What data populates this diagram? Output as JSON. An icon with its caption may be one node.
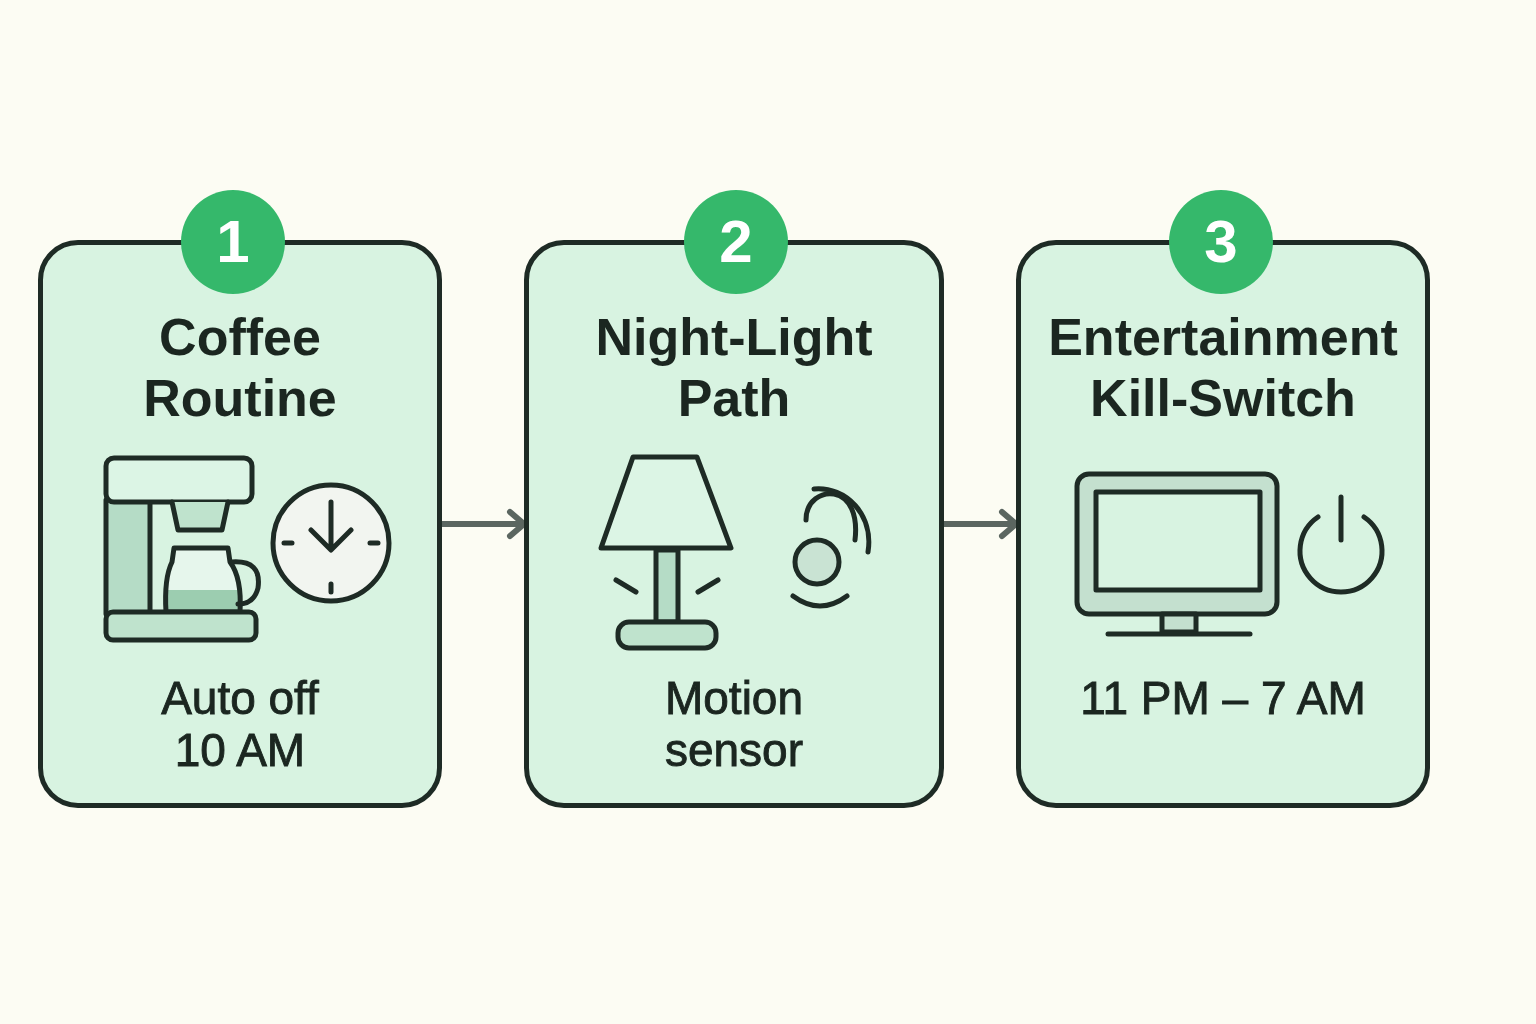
{
  "diagram": {
    "nodes": [
      {
        "text": [
          "1"
        ]
      },
      {
        "text": [
          "Coffee Routine",
          "Auto off 10 AM"
        ]
      },
      {
        "text": [
          "2"
        ]
      },
      {
        "text": [
          "Night-Light Path",
          "Motion sensor"
        ]
      },
      {
        "text": [
          "3"
        ]
      },
      {
        "text": [
          "Entertainment Kill-Switch",
          "11 PM – 7 AM"
        ]
      }
    ],
    "edges": [
      {
        "from": 1,
        "to": 3,
        "arrow": "to"
      },
      {
        "from": 3,
        "to": 5,
        "arrow": "to"
      }
    ]
  }
}
